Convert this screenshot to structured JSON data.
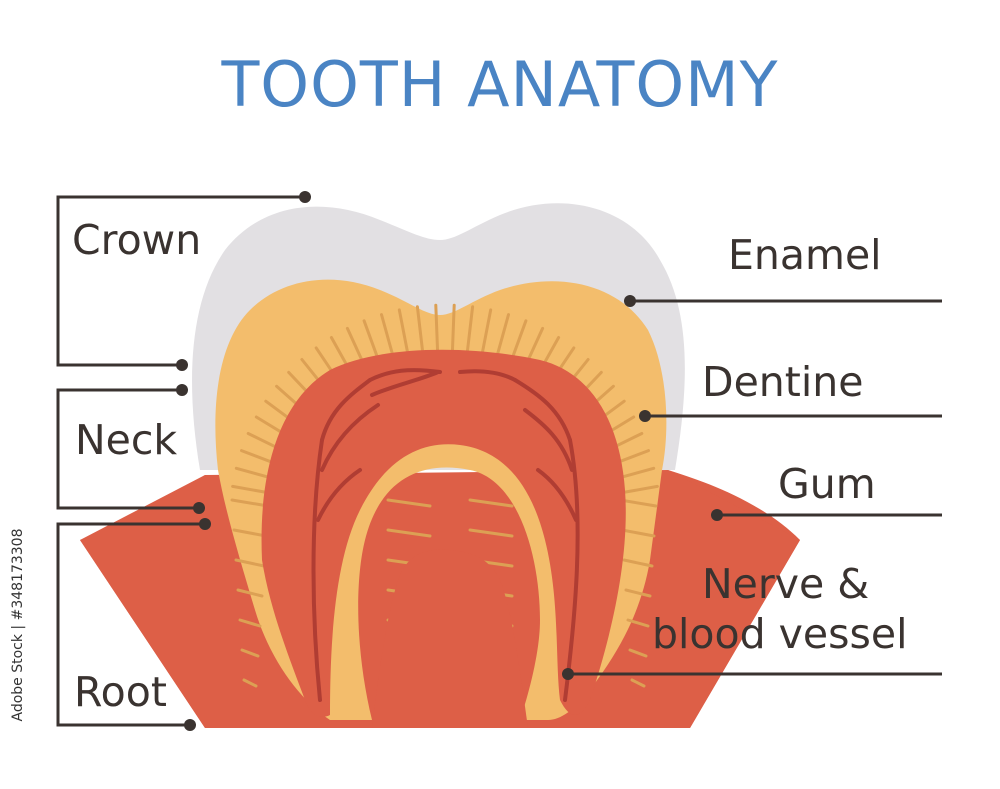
{
  "title": "TOOTH ANATOMY",
  "labels": {
    "crown": "Crown",
    "neck": "Neck",
    "root": "Root",
    "enamel": "Enamel",
    "dentine": "Dentine",
    "gum": "Gum",
    "nerve_line1": "Nerve &",
    "nerve_line2": "blood vessel"
  },
  "stock_id": "Adobe Stock | #348173308",
  "colors": {
    "title": "#4a84c4",
    "enamel": "#e2e0e3",
    "dentine": "#f3bd6c",
    "dentine_lines": "#dca054",
    "pulp": "#dd5f47",
    "vessels": "#b03d33",
    "gum": "#dd5f47",
    "leader": "#3a3330"
  }
}
